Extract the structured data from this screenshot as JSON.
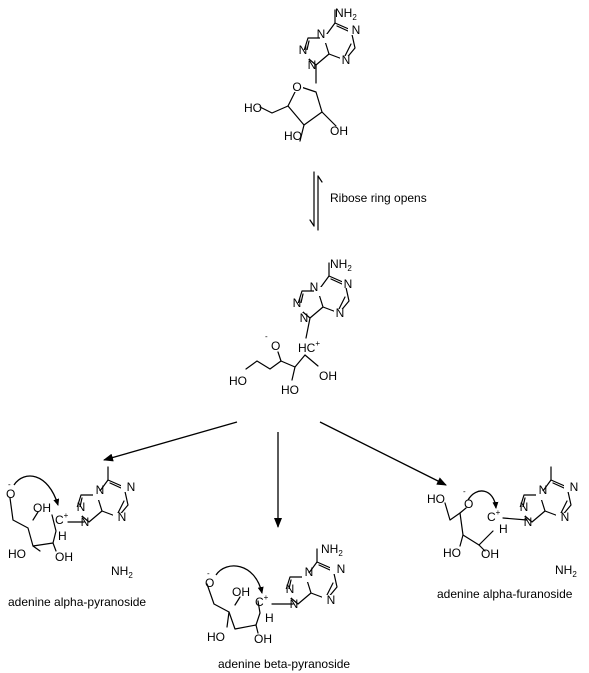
{
  "atoms": {
    "n": "N",
    "o": "O",
    "oh": "OH",
    "ho": "HO",
    "h": "H",
    "c": "C",
    "nh2": "NH",
    "sub2": "2",
    "plus": "+",
    "minus": "-"
  },
  "steps": {
    "ring_open": "Ribose ring opens"
  },
  "products": {
    "alpha_pyranoside": "adenine alpha-pyranoside",
    "beta_pyranoside": "adenine beta-pyranoside",
    "alpha_furanoside": "adenine alpha-furanoside"
  }
}
